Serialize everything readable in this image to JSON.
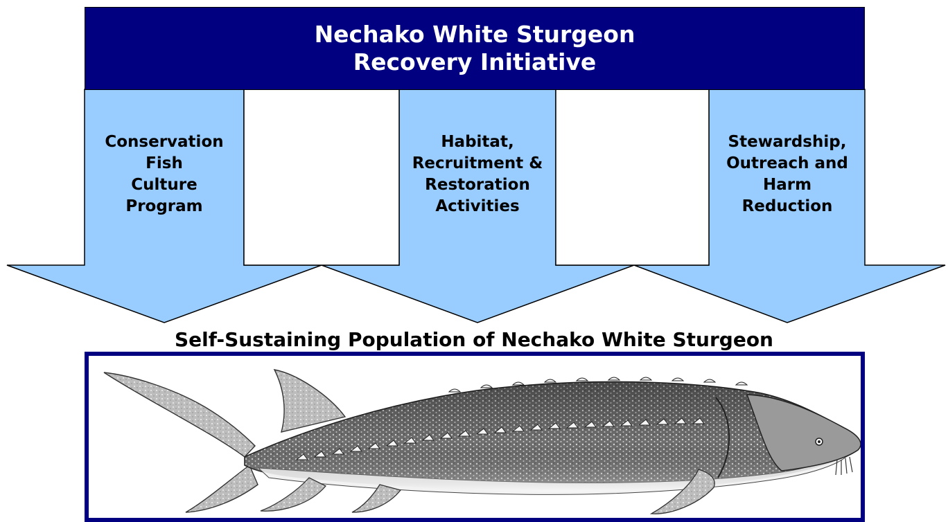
{
  "header": {
    "line1": "Nechako White Sturgeon",
    "line2": "Recovery Initiative"
  },
  "pillars": [
    {
      "lines": [
        "Conservation",
        "Fish",
        "Culture",
        "Program"
      ]
    },
    {
      "lines": [
        "Habitat,",
        "Recruitment &",
        "Restoration",
        "Activities"
      ]
    },
    {
      "lines": [
        "Stewardship,",
        "Outreach and",
        "Harm",
        "Reduction"
      ]
    }
  ],
  "goal": "Self-Sustaining Population of Nechako White Sturgeon",
  "colors": {
    "header_fill": "#000080",
    "arrow_fill": "#99ccff",
    "frame_border": "#000080"
  },
  "illustration": "white-sturgeon-drawing"
}
